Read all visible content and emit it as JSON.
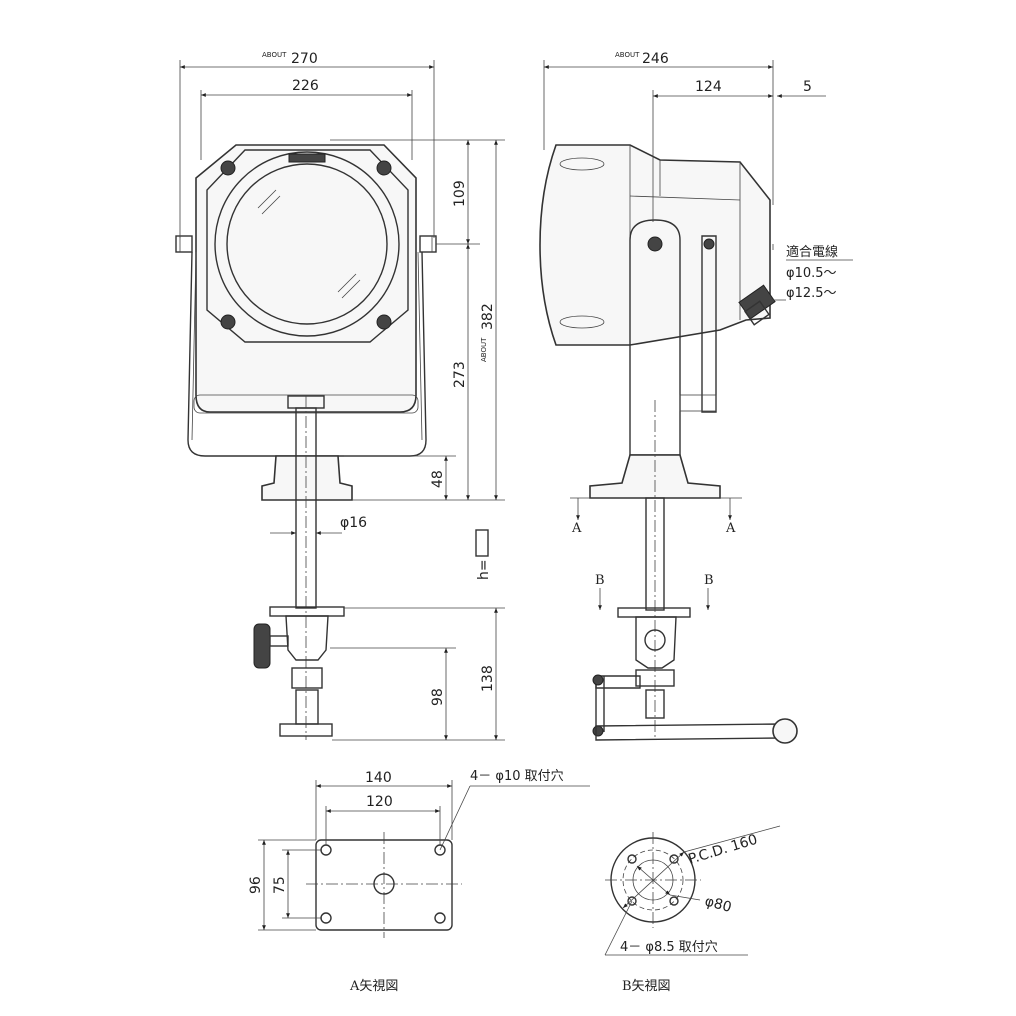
{
  "front_view": {
    "dim_width_outer_prefix": "ABOUT",
    "dim_width_outer": "270",
    "dim_width_inner": "226",
    "dim_top": "109",
    "dim_total_prefix": "ABOUT",
    "dim_total": "382",
    "dim_center_to_base": "273",
    "dim_base": "48",
    "dim_shaft": "φ16",
    "dim_h": "h=",
    "dim_lower": "138",
    "dim_lower_inner": "98"
  },
  "side_view": {
    "dim_depth_prefix": "ABOUT",
    "dim_depth": "246",
    "dim_124": "124",
    "dim_5": "5",
    "cable_title": "適合電線",
    "cable_range_1": "φ10.5～",
    "cable_range_2": "φ12.5～",
    "section_a_left": "A",
    "section_a_right": "A",
    "section_b_left": "B",
    "section_b_right": "B"
  },
  "view_a": {
    "dim_140": "140",
    "dim_120": "120",
    "dim_96": "96",
    "dim_75": "75",
    "holes_note": "4－ φ10 取付穴",
    "caption": "A矢視図"
  },
  "view_b": {
    "pcd": "P.C.D. 160",
    "dia": "φ80",
    "holes_note": "4－ φ8.5 取付穴",
    "caption": "B矢視図"
  }
}
